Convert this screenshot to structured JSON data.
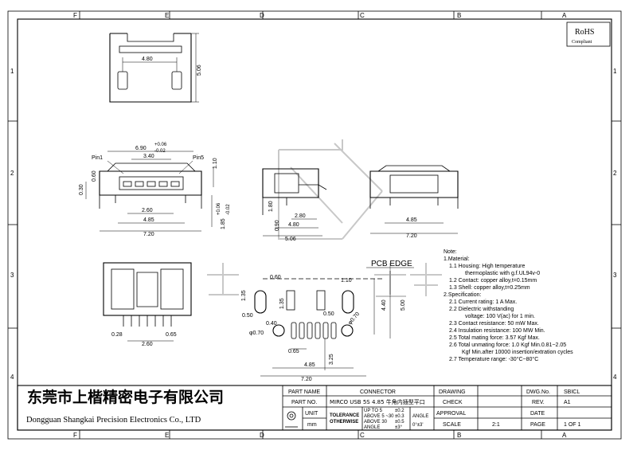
{
  "grid": {
    "columns": [
      "F",
      "E",
      "D",
      "C",
      "B",
      "A"
    ],
    "rows": [
      "1",
      "2",
      "3",
      "4"
    ]
  },
  "rohs": {
    "title": "RoHS",
    "subtitle": "Compliant"
  },
  "top_view": {
    "width": "4.80",
    "height": "5.06"
  },
  "front_view": {
    "overall": "6.90",
    "tol_plus": "+0.06",
    "tol_minus": "-0.02",
    "inner": "3.40",
    "pin1": "Pin1",
    "pin5": "Pin5",
    "height_right": "1.10",
    "left_a": "0.30",
    "left_b": "0.60",
    "span_a": "2.60",
    "span_b": "4.85",
    "span_c": "7.20",
    "tab": "1.85",
    "tab_plus": "+0.06",
    "tab_minus": "-0.02"
  },
  "side_view": {
    "a": "2.80",
    "b": "4.80",
    "c": "5.06",
    "h1": "0.90",
    "h2": "1.80"
  },
  "rear_view": {
    "a": "4.85",
    "b": "7.20"
  },
  "bottom_view": {
    "a": "0.28",
    "b": "2.60",
    "c": "0.65"
  },
  "footprint": {
    "edge_label": "PCB EDGE",
    "d060": "0.60",
    "d110": "1.10",
    "d135a": "1.35",
    "d135b": "1.35",
    "d050a": "0.50",
    "d050b": "0.50",
    "d040": "0.40",
    "d070a": "φ0.70",
    "d070b": "φ0.70",
    "d065": "0.65",
    "d440": "4.40",
    "d500": "5.00",
    "d325": "3.25",
    "d485": "4.85",
    "d720": "7.20"
  },
  "notes": {
    "heading": "Note:",
    "lines": [
      "1.Material:",
      "1.1 Housing: High temperature",
      "thermoplastic with g.f.UL94v-0",
      "1.2 Contact: copper alloy,t=0.15mm",
      "1.3 Shell: copper alloy,t=0.25mm",
      "2.Specification:",
      "2.1 Current rating: 1 A Max.",
      "2.2 Dielectric withstanding",
      "voltage: 100 V(ac) for 1 min.",
      "2.3 Contact resistance: 50 mW Max.",
      "2.4 Insulation resistance: 100 MW Min.",
      "2.5 Total mating force: 3.57 Kgf Max.",
      "2.6 Total unmating force: 1.0 Kgf Min.0.81~2.05",
      "Kgf Min.after 10000 insertion/extration cycles",
      "2.7 Temperature range: -30°C~80°C"
    ]
  },
  "title_block": {
    "company_cn": "东莞市上楷精密电子有限公司",
    "company_en": "Dongguan Shangkai Precision Electronics Co., LTD",
    "part_name_label": "PART NAME",
    "part_name": "CONNECTOR",
    "part_no_label": "PART NO.",
    "part_no": "MIRCO USB 5S 4.85 牛角内插型平口",
    "unit_label": "UNIT",
    "unit": "mm",
    "tolerance_label": "TOLERANCE",
    "otherwise_label": "OTHERWISE",
    "tol_rows": [
      "UP TO 5",
      "ABOVE 5 ~30",
      "ABOVE 30"
    ],
    "tol_vals": [
      "±0.2",
      "±0.3",
      "±0.5"
    ],
    "angle_label": "ANGLE",
    "angle_val": "±3°",
    "angle_tol": "0°±3'",
    "drawing_label": "DRAWING",
    "check_label": "CHECK",
    "approval_label": "APPROVAL",
    "scale_label": "SCALE",
    "scale": "2:1",
    "dwg_label": "DWG.No.",
    "dwg": "SBICL",
    "rev_label": "REV.",
    "rev": "A1",
    "date_label": "DATE",
    "date": "",
    "page_label": "PAGE",
    "page": "1 OF 1"
  }
}
